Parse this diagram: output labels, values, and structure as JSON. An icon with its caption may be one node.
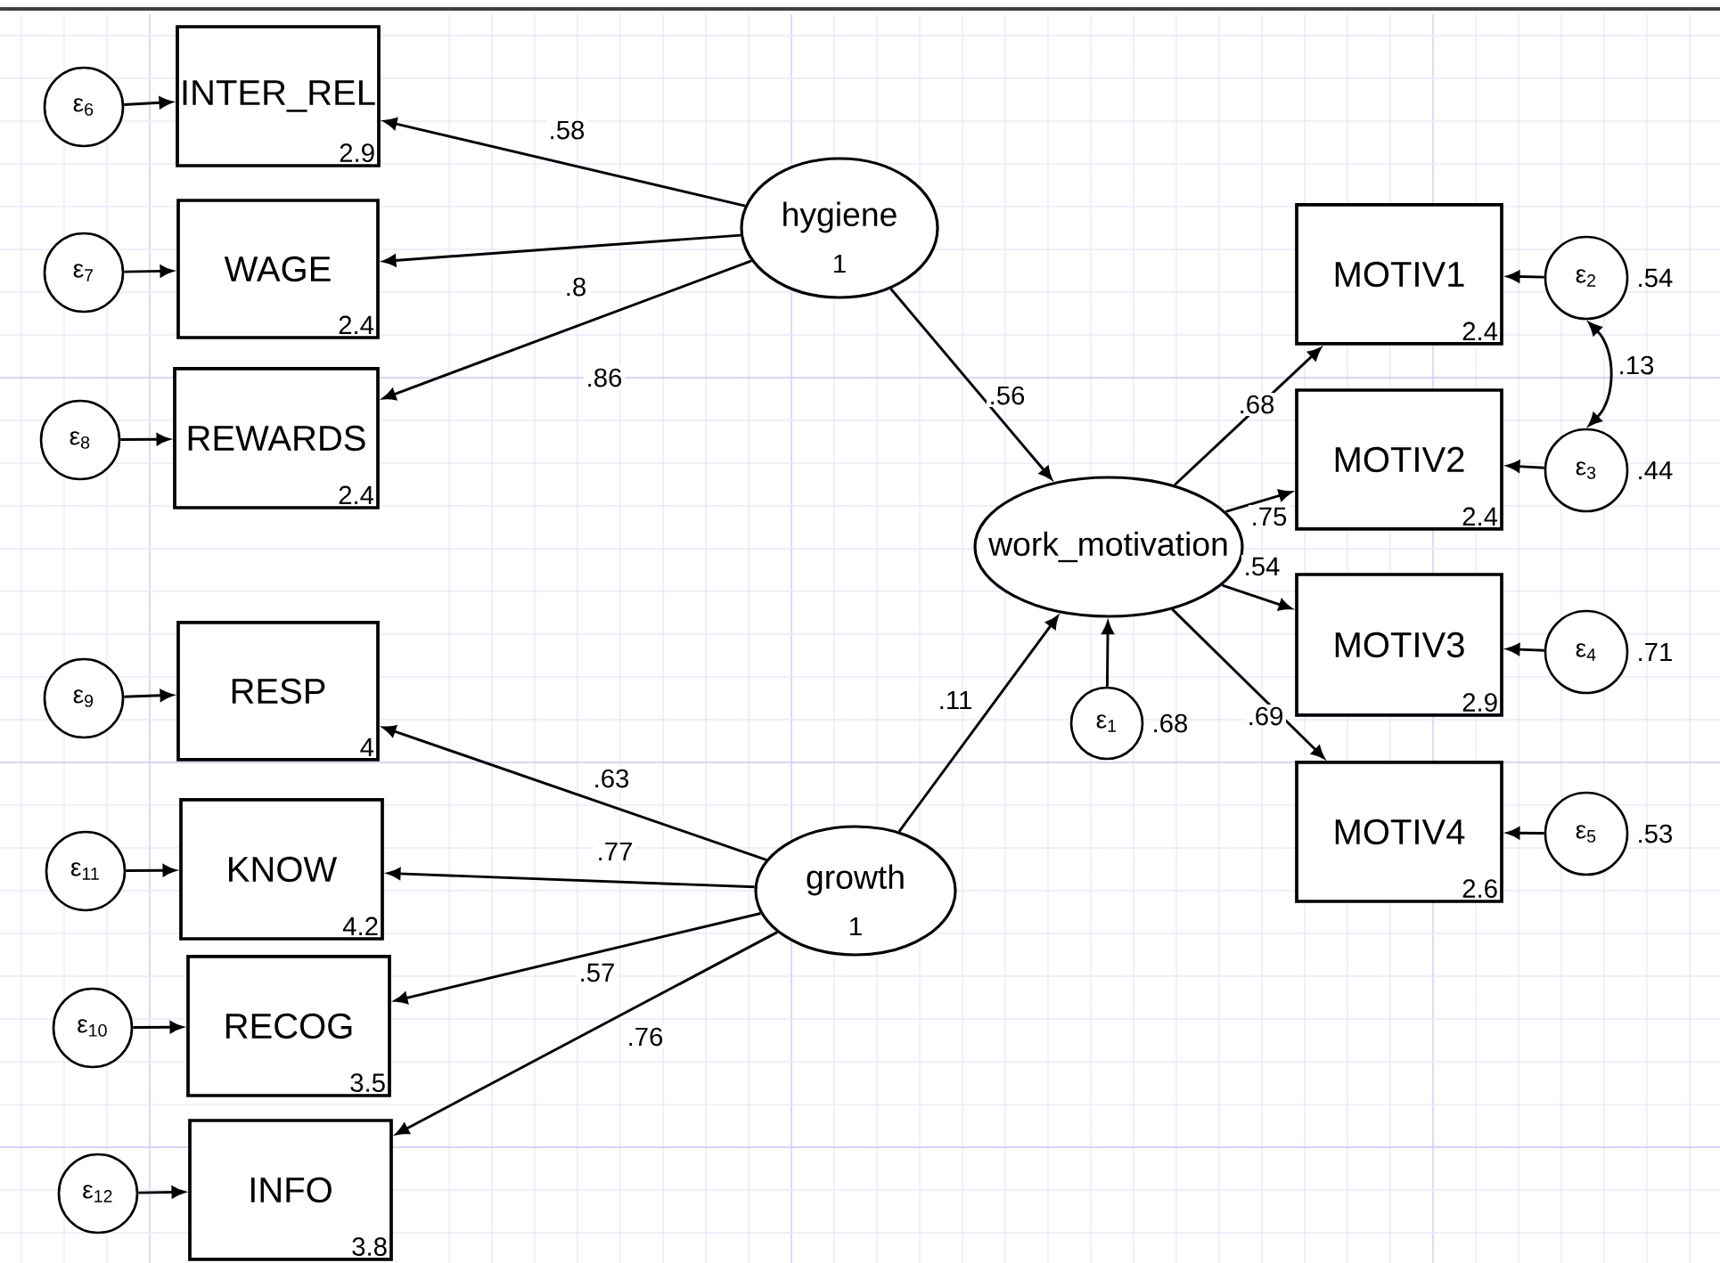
{
  "diagram": {
    "nodes": [
      {
        "text": [
          "ε$_{6}$"
        ]
      },
      {
        "text": [
          "INTER_REL",
          "2.9"
        ]
      },
      {
        "text": [
          "ε$_{7}$"
        ]
      },
      {
        "text": [
          "WAGE",
          "2.4"
        ]
      },
      {
        "text": [
          "ε$_{8}$"
        ]
      },
      {
        "text": [
          "REWARDS",
          "2.4"
        ]
      },
      {
        "text": [
          "hygiene",
          "1"
        ]
      },
      {
        "text": [
          "MOTIV1",
          "2.4"
        ]
      },
      {
        "text": [
          "ε$_{2}$"
        ],
        "beside": [
          ".54"
        ]
      },
      {
        "text": [
          "MOTIV2",
          "2.4"
        ]
      },
      {
        "text": [
          "ε$_{3}$"
        ],
        "beside": [
          ".44"
        ]
      },
      {
        "text": [
          "work_motivation"
        ]
      },
      {
        "text": [
          "MOTIV3",
          "2.9"
        ]
      },
      {
        "text": [
          "ε$_{4}$"
        ],
        "beside": [
          ".71"
        ]
      },
      {
        "text": [
          "ε$_{1}$"
        ],
        "beside": [
          ".68"
        ]
      },
      {
        "text": [
          "ε$_{9}$"
        ]
      },
      {
        "text": [
          "RESP",
          "4"
        ]
      },
      {
        "text": [
          "MOTIV4",
          "2.6"
        ]
      },
      {
        "text": [
          "ε$_{5}$"
        ],
        "beside": [
          ".53"
        ]
      },
      {
        "text": [
          "ε$_{11}$"
        ]
      },
      {
        "text": [
          "KNOW",
          "4.2"
        ]
      },
      {
        "text": [
          "growth",
          "1"
        ]
      },
      {
        "text": [
          "ε$_{10}$"
        ]
      },
      {
        "text": [
          "RECOG",
          "3.5"
        ]
      },
      {
        "text": [
          "ε$_{12}$"
        ]
      },
      {
        "text": [
          "INFO",
          "3.8"
        ]
      }
    ],
    "edges": [
      {
        "from": 0,
        "to": 1,
        "arrow": "to"
      },
      {
        "from": 2,
        "to": 3,
        "arrow": "to"
      },
      {
        "from": 4,
        "to": 5,
        "arrow": "to"
      },
      {
        "from": 6,
        "to": 1,
        "arrow": "to",
        "label": ".58"
      },
      {
        "from": 6,
        "to": 3,
        "arrow": "to",
        "label": ".8"
      },
      {
        "from": 6,
        "to": 5,
        "arrow": "to",
        "label": ".86"
      },
      {
        "from": 6,
        "to": 11,
        "arrow": "to",
        "label": ".56"
      },
      {
        "from": 11,
        "to": 7,
        "arrow": "to",
        "label": ".68"
      },
      {
        "from": 11,
        "to": 9,
        "arrow": "to",
        "label": ".75"
      },
      {
        "from": 11,
        "to": 12,
        "arrow": "to",
        "label": ".54"
      },
      {
        "from": 11,
        "to": 17,
        "arrow": "to",
        "label": ".69"
      },
      {
        "from": 8,
        "to": 7,
        "arrow": "to"
      },
      {
        "from": 10,
        "to": 9,
        "arrow": "to"
      },
      {
        "from": 8,
        "to": 10,
        "arrow": "both",
        "label": ".13"
      },
      {
        "from": 13,
        "to": 12,
        "arrow": "to"
      },
      {
        "from": 18,
        "to": 17,
        "arrow": "to"
      },
      {
        "from": 14,
        "to": 11,
        "arrow": "to"
      },
      {
        "from": 21,
        "to": 11,
        "arrow": "to",
        "label": ".11"
      },
      {
        "from": 21,
        "to": 16,
        "arrow": "to",
        "label": ".63"
      },
      {
        "from": 21,
        "to": 20,
        "arrow": "to",
        "label": ".77"
      },
      {
        "from": 21,
        "to": 23,
        "arrow": "to",
        "label": ".57"
      },
      {
        "from": 21,
        "to": 25,
        "arrow": "to",
        "label": ".76"
      },
      {
        "from": 15,
        "to": 16,
        "arrow": "to"
      },
      {
        "from": 19,
        "to": 20,
        "arrow": "to"
      },
      {
        "from": 22,
        "to": 23,
        "arrow": "to"
      },
      {
        "from": 24,
        "to": 25,
        "arrow": "to"
      }
    ]
  }
}
